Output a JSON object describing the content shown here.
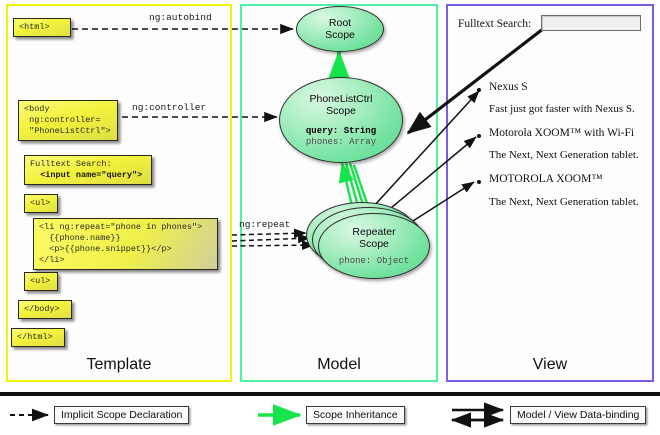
{
  "panels": {
    "template": {
      "label": "Template"
    },
    "model": {
      "label": "Model"
    },
    "view": {
      "label": "View"
    }
  },
  "template_code": [
    {
      "name": "html-open-box",
      "text": "<html>"
    },
    {
      "name": "body-open-box",
      "text": "<body\n ng:controller=\n \"PhoneListCtrl\">"
    },
    {
      "name": "search-box",
      "line1": "Fulltext Search:",
      "line2": "  <input name=\"query\">"
    },
    {
      "name": "ul-open-box",
      "text": "<ul>"
    },
    {
      "name": "li-repeat-box",
      "text": "<li ng:repeat=\"phone in phones\">\n  {{phone.name}}\n  <p>{{phone.snippet}}</p>\n</li>"
    },
    {
      "name": "ul-close-box",
      "text": "<ul>"
    },
    {
      "name": "body-close-box",
      "text": "</body>"
    },
    {
      "name": "html-close-box",
      "text": "</html>"
    }
  ],
  "edge_labels": {
    "autobind": "ng:autobind",
    "controller": "ng:controller",
    "repeat": "ng:repeat"
  },
  "model_scopes": {
    "root": {
      "title_line1": "Root",
      "title_line2": "Scope"
    },
    "ctrl": {
      "title_line1": "PhoneListCtrl",
      "title_line2": "Scope",
      "prop1": "query: String",
      "prop2": "phones: Array"
    },
    "repeater": {
      "title_line1": "Repeater",
      "title_line2": "Scope",
      "prop1": "phone: Object"
    }
  },
  "view": {
    "search_label": "Fulltext Search:",
    "search_value": "",
    "items": [
      {
        "name": "Nexus S",
        "snippet": "Fast just got faster with Nexus S."
      },
      {
        "name": "Motorola XOOM™  with Wi-Fi",
        "snippet": "The Next, Next Generation tablet."
      },
      {
        "name": "MOTOROLA XOOM™",
        "snippet": "The Next, Next Generation tablet."
      }
    ]
  },
  "legend": [
    {
      "key": "implicit",
      "label": "Implicit Scope Declaration",
      "style": "dashed-black"
    },
    {
      "key": "inheritance",
      "label": "Scope Inheritance",
      "style": "solid-green"
    },
    {
      "key": "databinding",
      "label": "Model / View Data-binding",
      "style": "double-black"
    }
  ],
  "colors": {
    "template_border": "#f2f20a",
    "model_border": "#4df2a4",
    "view_border": "#7b5ce8",
    "inheritance_green": "#15e54a",
    "code_yellow": "#f2f23c",
    "scope_green": "#74e2a0"
  }
}
